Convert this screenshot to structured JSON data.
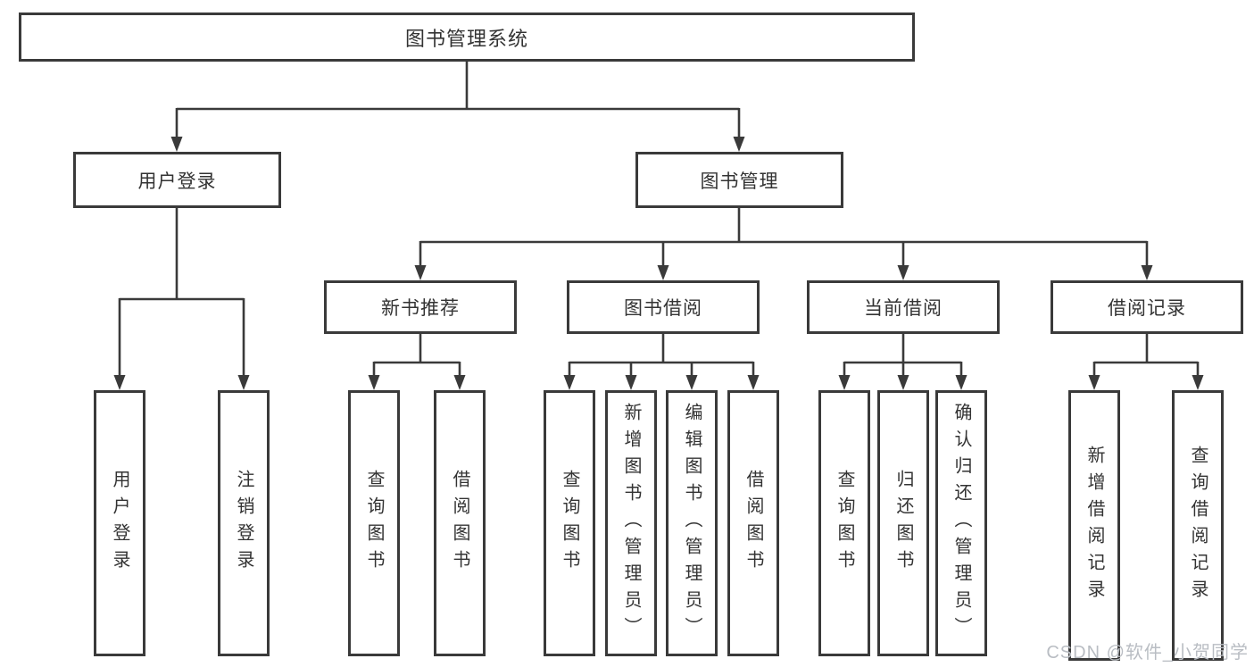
{
  "watermark": {
    "text": "CSDN @软件_小贺同学"
  },
  "colors": {
    "line": "#3a3a3a",
    "box_border": "#3a3a3a",
    "box_background": "#ffffff",
    "text": "#333333",
    "watermark": "#b9bdc3"
  },
  "tree": {
    "root": {
      "label": "图书管理系统",
      "children": [
        {
          "label": "用户登录",
          "children": [
            {
              "label": "用户登录"
            },
            {
              "label": "注销登录"
            }
          ]
        },
        {
          "label": "图书管理",
          "children": [
            {
              "label": "新书推荐",
              "children": [
                {
                  "label": "查询图书"
                },
                {
                  "label": "借阅图书"
                }
              ]
            },
            {
              "label": "图书借阅",
              "children": [
                {
                  "label": "查询图书"
                },
                {
                  "label": "新增图书（管理员）"
                },
                {
                  "label": "编辑图书（管理员）"
                },
                {
                  "label": "借阅图书"
                }
              ]
            },
            {
              "label": "当前借阅",
              "children": [
                {
                  "label": "查询图书"
                },
                {
                  "label": "归还图书"
                },
                {
                  "label": "确认归还（管理员）"
                }
              ]
            },
            {
              "label": "借阅记录",
              "children": [
                {
                  "label": "新增借阅记录"
                },
                {
                  "label": "查询借阅记录"
                }
              ]
            }
          ]
        }
      ]
    }
  }
}
